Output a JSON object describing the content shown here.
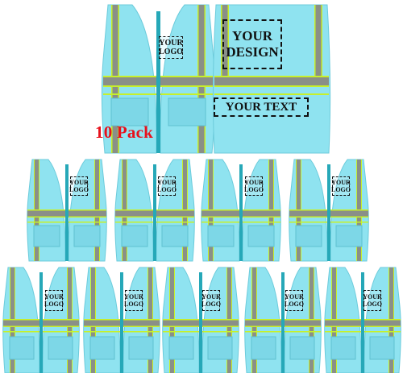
{
  "image": {
    "pack_label": "10 Pack",
    "back_vest": {
      "design_line1": "YOUR",
      "design_line2": "DESIGN",
      "text_label": "YOUR TEXT"
    },
    "logo_line1": "YOUR",
    "logo_line2": "LOGO"
  },
  "colors": {
    "vest": "#8fe3f0",
    "vest_shade": "#74d3e3",
    "reflective": "#8a8f88",
    "trim": "#c7f02a",
    "zipper": "#26a8b8"
  }
}
